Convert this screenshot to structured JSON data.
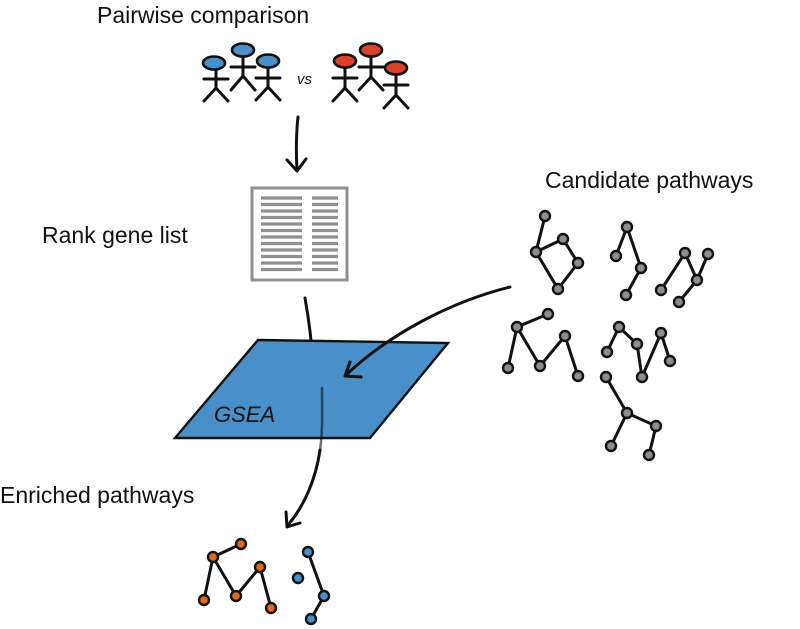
{
  "labels": {
    "pairwise": "Pairwise comparison",
    "vs": "vs",
    "rank": "Rank gene list",
    "candidate": "Candidate pathways",
    "gsea": "GSEA",
    "enriched": "Enriched pathways"
  },
  "colors": {
    "group_a": "#4a90c8",
    "group_b": "#d9432a",
    "gsea_plane": "#4a90c8",
    "candidate_node": "#8a8f8c",
    "enriched_orange": "#e06a1c",
    "enriched_blue": "#4a90c8",
    "gene_list_line": "#8f9191"
  }
}
